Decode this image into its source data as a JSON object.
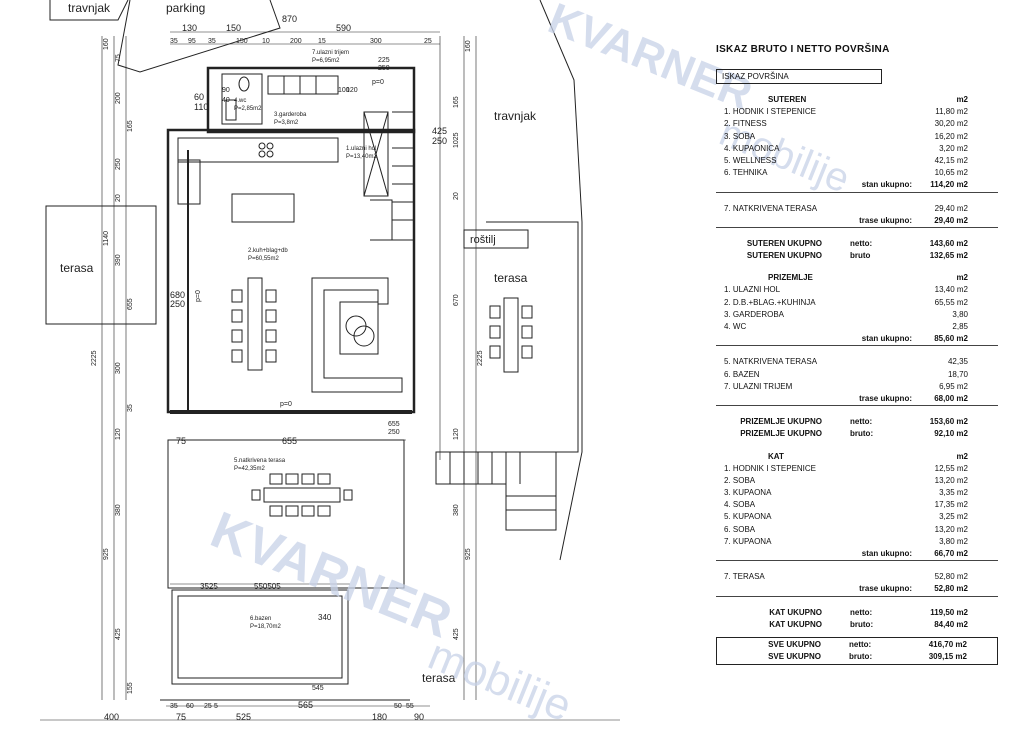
{
  "plan": {
    "labels": {
      "travnjak_top": "travnjak",
      "parking": "parking",
      "travnjak_right": "travnjak",
      "terasa_left": "terasa",
      "rostilj": "roštilj",
      "terasa_right": "terasa",
      "terasa_bottom": "terasa"
    },
    "rooms": {
      "trijem_name": "7.ulazni trijem",
      "trijem_area": "P=6,95m2",
      "wc_name": "4.wc",
      "wc_area": "P=2,85m2",
      "garderoba_name": "3.garderoba",
      "garderoba_area": "P=3,8m2",
      "hol_name": "1.ulazni hol",
      "hol_area": "P=13,40m2",
      "kuhinja_name": "2.kuh+blag+db",
      "kuhinja_area": "P=60,55m2",
      "natkrivena_name": "5.natkrivena terasa",
      "natkrivena_area": "P=42,35m2",
      "bazen_name": "6.bazen",
      "bazen_area": "P=18,70m2"
    },
    "levels": {
      "p1": "p=0",
      "p2": "p=0",
      "p3": "p=0"
    },
    "dims": {
      "d870": "870",
      "d130": "130",
      "d150a": "150",
      "d590": "590",
      "t35a": "35",
      "t95": "95",
      "t35b": "35",
      "t150": "150",
      "t10": "10",
      "t200": "200",
      "t15": "15",
      "t300": "300",
      "t25": "25",
      "d60": "60",
      "d110": "110",
      "d225": "225",
      "d250a": "250",
      "d100": "100",
      "d120": "120",
      "d90": "90",
      "d40": "40",
      "d425": "425",
      "d250b": "250",
      "d680": "680",
      "d250c": "250",
      "d655a": "655",
      "d250d": "250",
      "d75": "75",
      "d655b": "655",
      "d3525": "3525",
      "d550505": "550505",
      "d340": "340",
      "d545": "545",
      "b35": "35",
      "b60": "60",
      "b25": "25",
      "b5": "5",
      "b400": "400",
      "b75": "75",
      "b525": "525",
      "b565": "565",
      "b180": "180",
      "b50": "50",
      "b55": "55",
      "b90": "90",
      "l160": "160",
      "l75": "75",
      "l200": "200",
      "l165": "165",
      "l250": "250",
      "l1140": "1140",
      "l390": "390",
      "l655": "655",
      "l2225": "2225",
      "l300": "300",
      "l120": "120",
      "l380": "380",
      "l925": "925",
      "l425": "425",
      "l35": "35",
      "l155": "155",
      "l20": "20",
      "r160": "160",
      "r165": "165",
      "r1025": "1025",
      "r20": "20",
      "r670": "670",
      "r2225": "2225",
      "r120": "120",
      "r380": "380",
      "r925": "925",
      "r425": "425"
    }
  },
  "watermarks": {
    "brand_top": "KVARNER",
    "sub_top": "mobilije",
    "brand_mid": "KVARNER",
    "sub_mid": "mobilije"
  },
  "table": {
    "title": "ISKAZ BRUTO I NETTO POVRŠINA",
    "box_label": "ISKAZ POVRŠINA",
    "suteren": {
      "header": "SUTEREN",
      "unit": "m2",
      "rows": [
        {
          "name": "1. HODNIK I STEPENICE",
          "val": "11,80 m2"
        },
        {
          "name": "2. FITNESS",
          "val": "30,20 m2"
        },
        {
          "name": "3. SOBA",
          "val": "16,20 m2"
        },
        {
          "name": "4. KUPAONICA",
          "val": "3,20 m2"
        },
        {
          "name": "5. WELLNESS",
          "val": "42,15 m2"
        },
        {
          "name": "6. TEHNIKA",
          "val": "10,65 m2"
        }
      ],
      "sum_label": "stan ukupno:",
      "sum_val": "114,20 m2",
      "extra_name": "7. NATKRIVENA TERASA",
      "extra_val": "29,40 m2",
      "extra_sum_label": "trase ukupno:",
      "extra_sum_val": "29,40 m2",
      "tot1_label": "SUTEREN  UKUPNO",
      "tot1_type": "netto:",
      "tot1_val": "143,60 m2",
      "tot2_label": "SUTEREN  UKUPNO",
      "tot2_type": "bruto",
      "tot2_val": "132,65 m2"
    },
    "prizemlje": {
      "header": "PRIZEMLJE",
      "unit": "m2",
      "rows": [
        {
          "name": "1. ULAZNI HOL",
          "val": "13,40 m2"
        },
        {
          "name": "2. D.B.+BLAG.+KUHINJA",
          "val": "65,55 m2"
        },
        {
          "name": "3. GARDEROBA",
          "val": "3,80"
        },
        {
          "name": "4. WC",
          "val": "2,85"
        }
      ],
      "sum_label": "stan ukupno:",
      "sum_val": "85,60  m2",
      "extra_rows": [
        {
          "name": "5. NATKRIVENA TERASA",
          "val": "42,35"
        },
        {
          "name": "6. BAZEN",
          "val": "18,70"
        },
        {
          "name": "7. ULAZNI TRIJEM",
          "val": "6,95 m2"
        }
      ],
      "extra_sum_label": "trase ukupno:",
      "extra_sum_val": "68,00  m2",
      "tot1_label": "PRIZEMLJE UKUPNO",
      "tot1_type": "netto:",
      "tot1_val": "153,60 m2",
      "tot2_label": "PRIZEMLJE UKUPNO",
      "tot2_type": "bruto:",
      "tot2_val": "92,10 m2"
    },
    "kat": {
      "header": "KAT",
      "unit": "m2",
      "rows": [
        {
          "name": "1. HODNIK I STEPENICE",
          "val": "12,55 m2"
        },
        {
          "name": "2. SOBA",
          "val": "13,20 m2"
        },
        {
          "name": "3. KUPAONA",
          "val": "3,35 m2"
        },
        {
          "name": "4. SOBA",
          "val": "17,35 m2"
        },
        {
          "name": "5. KUPAONA",
          "val": "3,25 m2"
        },
        {
          "name": "6. SOBA",
          "val": "13,20 m2"
        },
        {
          "name": "7. KUPAONA",
          "val": "3,80 m2"
        }
      ],
      "sum_label": "stan ukupno:",
      "sum_val": "66,70  m2",
      "extra_name": "7. TERASA",
      "extra_val": "52,80 m2",
      "extra_sum_label": "trase ukupno:",
      "extra_sum_val": "52,80 m2",
      "tot1_label": "KAT UKUPNO",
      "tot1_type": "netto:",
      "tot1_val": "119,50 m2",
      "tot2_label": "KAT UKUPNO",
      "tot2_type": "bruto:",
      "tot2_val": "84,40 m2"
    },
    "total": {
      "label1": "SVE UKUPNO",
      "type1": "netto:",
      "val1": "416,70 m2",
      "label2": "SVE UKUPNO",
      "type2": "bruto:",
      "val2": "309,15 m2"
    }
  }
}
